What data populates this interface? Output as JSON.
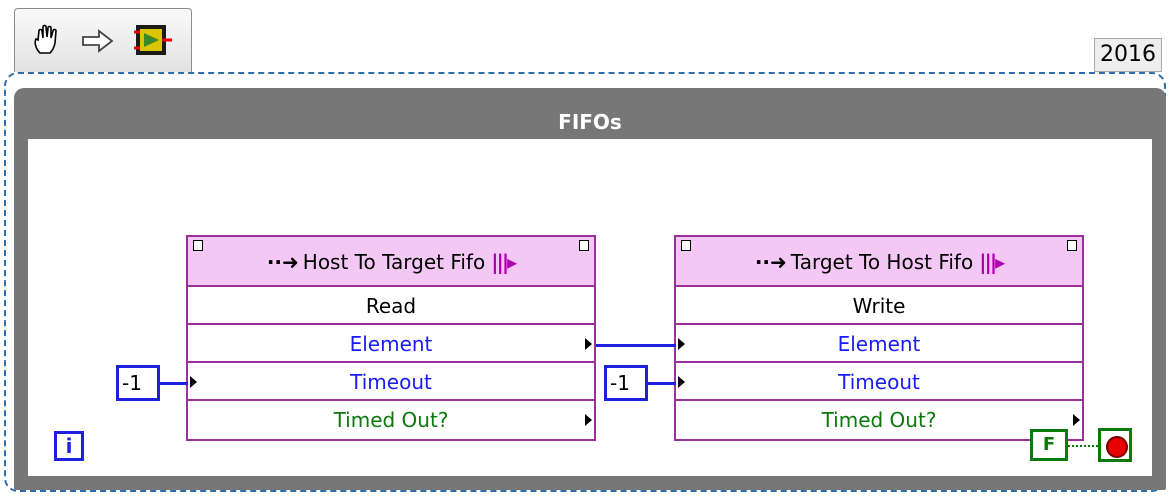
{
  "toolbar": {
    "icons": [
      "hand-icon",
      "arrow-right-icon",
      "vi-icon"
    ]
  },
  "version_label": "2016",
  "loop": {
    "title": "FIFOs",
    "iteration_label": "i",
    "stop_constant": "F"
  },
  "fifo_read": {
    "name": "Host To Target Fifo",
    "method": "Read",
    "rows": [
      "Element",
      "Timeout",
      "Timed Out?"
    ],
    "timeout_const": "-1"
  },
  "fifo_write": {
    "name": "Target To Host Fifo",
    "method": "Write",
    "rows": [
      "Element",
      "Timeout",
      "Timed Out?"
    ],
    "timeout_const": "-1"
  },
  "colors": {
    "loop_frame": "#777777",
    "fifo_border": "#9b2f9b",
    "fifo_header": "#f4c8f4",
    "wire_blue": "#1f1fe0",
    "bool_green": "#0a7a0a",
    "stop_red": "#e60000"
  }
}
